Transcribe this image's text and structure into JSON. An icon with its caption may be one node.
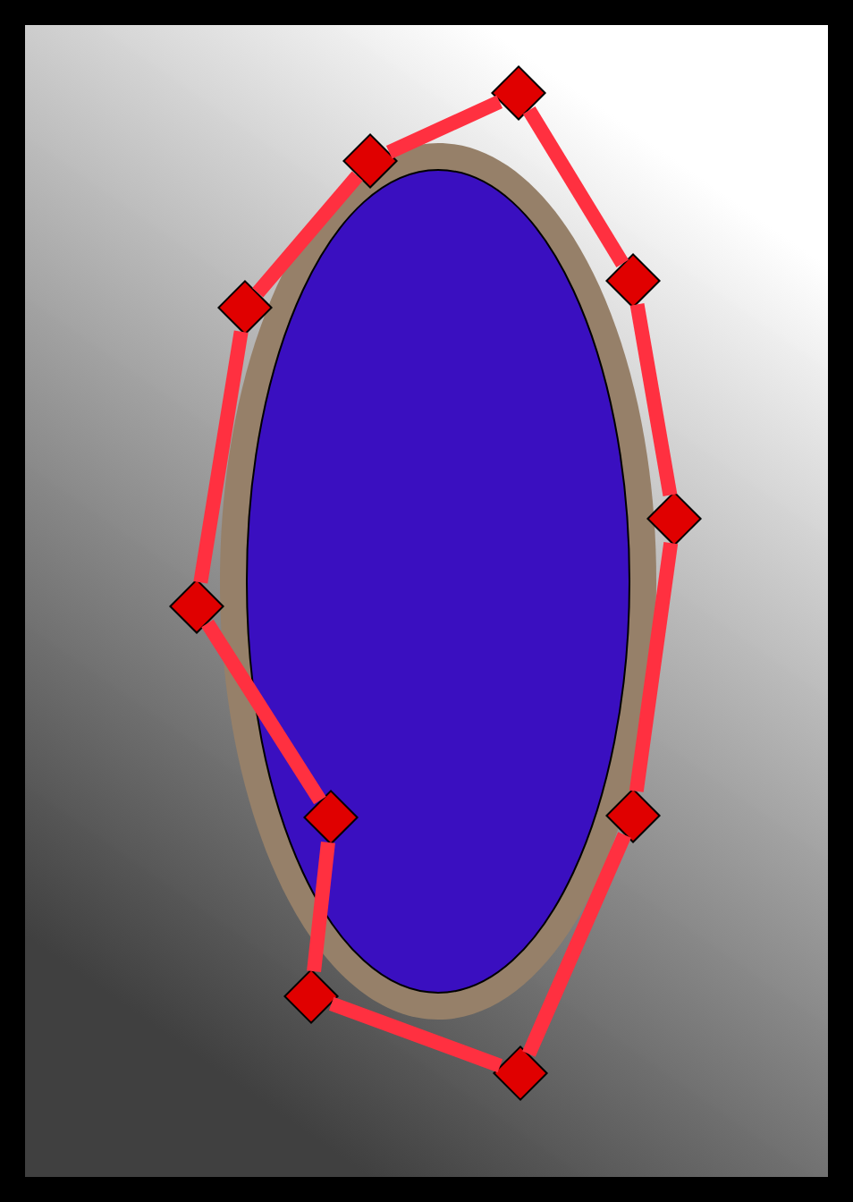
{
  "diagram": {
    "nodes": [
      {
        "text": [],
        "shape": "diamond"
      },
      {
        "text": [],
        "shape": "diamond"
      },
      {
        "text": [],
        "shape": "diamond"
      },
      {
        "text": [],
        "shape": "diamond"
      },
      {
        "text": [],
        "shape": "diamond"
      },
      {
        "text": [],
        "shape": "diamond"
      },
      {
        "text": [],
        "shape": "diamond"
      },
      {
        "text": [],
        "shape": "diamond"
      },
      {
        "text": [],
        "shape": "diamond"
      },
      {
        "text": [],
        "shape": "diamond"
      }
    ],
    "edges": [
      {
        "from": 0,
        "to": 1,
        "arrow": "none"
      },
      {
        "from": 1,
        "to": 3,
        "arrow": "none"
      },
      {
        "from": 3,
        "to": 5,
        "arrow": "none"
      },
      {
        "from": 5,
        "to": 7,
        "arrow": "none"
      },
      {
        "from": 7,
        "to": 8,
        "arrow": "none"
      },
      {
        "from": 8,
        "to": 9,
        "arrow": "none"
      },
      {
        "from": 9,
        "to": 6,
        "arrow": "none"
      },
      {
        "from": 6,
        "to": 4,
        "arrow": "none"
      },
      {
        "from": 4,
        "to": 2,
        "arrow": "none"
      },
      {
        "from": 2,
        "to": 0,
        "arrow": "none"
      }
    ]
  }
}
